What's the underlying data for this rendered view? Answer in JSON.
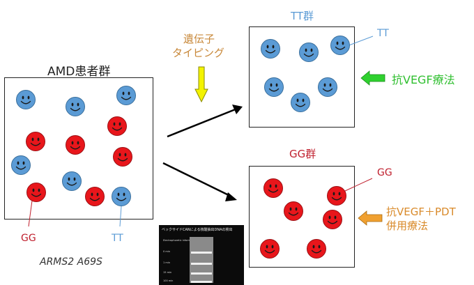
{
  "left_panel": {
    "title": "AMD患者群",
    "gg_label": "GG",
    "tt_label": "TT",
    "gene_label": "ARMS2 A69S"
  },
  "typing_label": [
    "遺伝子",
    "タイピング"
  ],
  "tt_group": {
    "title": "TT群",
    "tt_label": "TT",
    "therapy": "抗VEGF療法"
  },
  "gg_group": {
    "title": "GG群",
    "gg_label": "GG",
    "therapy": [
      "抗VEGF＋PDT",
      "併用療法"
    ]
  },
  "gel_image": {
    "title": "ベックサイドCANによる核酸抽出DNAの検出",
    "lane_labels": [
      "Electrophoretic information",
      "0 min",
      "1 min",
      "15 min",
      "100 min"
    ]
  },
  "colors": {
    "blue_face": "#5b9bd5",
    "red_face": "#e8161b",
    "tt_title": "#5b9bd5",
    "gg_title": "#c0202e",
    "typing": "#c8883a",
    "green_therapy": "#2fbf2f",
    "orange_therapy": "#d98a2a",
    "yellow_arrow": "#f3f300"
  }
}
